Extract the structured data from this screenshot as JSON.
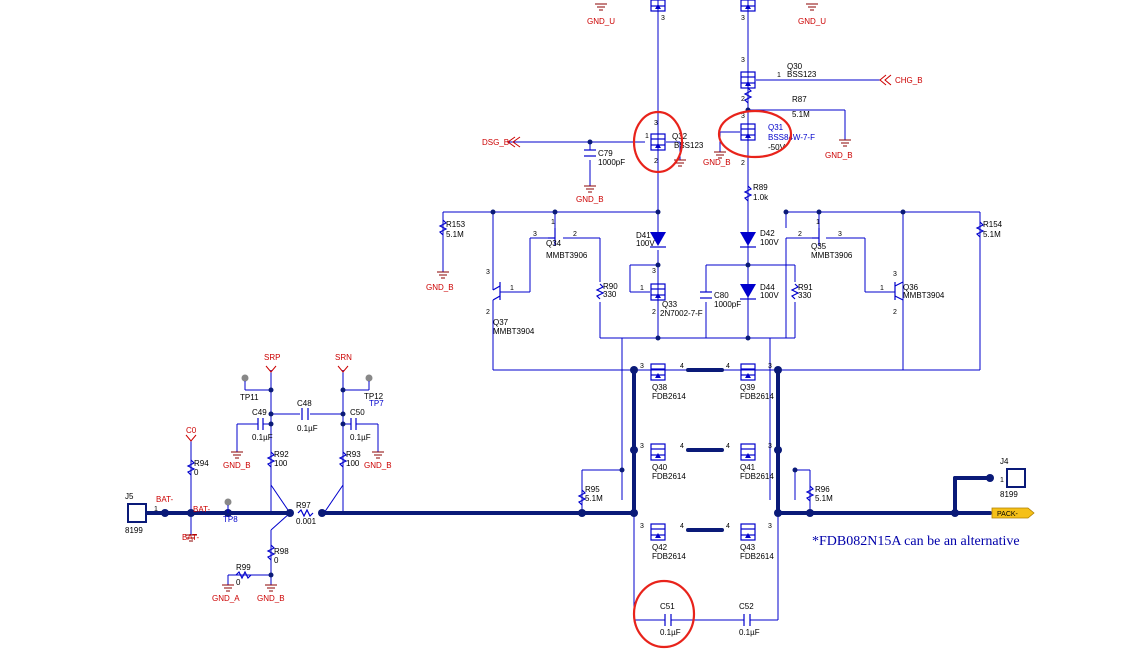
{
  "nets": {
    "gnd_u_left": "GND_U",
    "gnd_u_right": "GND_U",
    "chg_b": "CHG_B",
    "dsg_b": "DSG_B",
    "gnd_b_q32": "GND_B",
    "gnd_b_c79": "GND_B",
    "gnd_b_r87": "GND_B",
    "gnd_b_r153": "GND_B",
    "gnd_b_c49": "GND_B",
    "gnd_b_c50": "GND_B",
    "gnd_b_r98": "GND_B",
    "gnd_a": "GND_A",
    "srp": "SRP",
    "srn": "SRN",
    "c0": "C0",
    "bat_minus_top": "BAT-",
    "bat_minus_gnd": "BAT-",
    "bat_minus_node": "BAT-",
    "pack_minus": "PACK-"
  },
  "components": {
    "q30_ref": "Q30",
    "q30_val": "BSS123",
    "r87_ref": "R87",
    "r87_val": "5.1M",
    "q31_ref": "Q31",
    "q31_val": "BSS84W-7-F",
    "q31_vds": "-50V",
    "q32_ref": "Q32",
    "q32_val": "BSS123",
    "c79_ref": "C79",
    "c79_val": "1000pF",
    "r89_ref": "R89",
    "r89_val": "1.0k",
    "r153_ref": "R153",
    "r153_val": "5.1M",
    "r154_ref": "R154",
    "r154_val": "5.1M",
    "q34_ref": "Q34",
    "q34_val": "MMBT3906",
    "q35_ref": "Q35",
    "q35_val": "MMBT3906",
    "d41_ref": "D41",
    "d41_val": "100V",
    "d42_ref": "D42",
    "d42_val": "100V",
    "d44_ref": "D44",
    "d44_val": "100V",
    "q33_ref": "Q33",
    "q33_val": "2N7002-7-F",
    "c80_ref": "C80",
    "c80_val": "1000pF",
    "r90_ref": "R90",
    "r90_val": "330",
    "r91_ref": "R91",
    "r91_val": "330",
    "q37_ref": "Q37",
    "q37_val": "MMBT3904",
    "q36_ref": "Q36",
    "q36_val": "MMBT3904",
    "q38_ref": "Q38",
    "q38_val": "FDB2614",
    "q39_ref": "Q39",
    "q39_val": "FDB2614",
    "q40_ref": "Q40",
    "q40_val": "FDB2614",
    "q41_ref": "Q41",
    "q41_val": "FDB2614",
    "q42_ref": "Q42",
    "q42_val": "FDB2614",
    "q43_ref": "Q43",
    "q43_val": "FDB2614",
    "r95_ref": "R95",
    "r95_val": "5.1M",
    "r96_ref": "R96",
    "r96_val": "5.1M",
    "c51_ref": "C51",
    "c51_val": "0.1µF",
    "c52_ref": "C52",
    "c52_val": "0.1µF",
    "tp11_ref": "TP11",
    "tp12_ref": "TP12",
    "tp7_ref": "TP7",
    "tp8_ref": "TP8",
    "c48_ref": "C48",
    "c48_val": "0.1µF",
    "c49_ref": "C49",
    "c49_val": "0.1µF",
    "c50_ref": "C50",
    "c50_val": "0.1µF",
    "r92_ref": "R92",
    "r92_val": "100",
    "r93_ref": "R93",
    "r93_val": "100",
    "r94_ref": "R94",
    "r94_val": "0",
    "r97_ref": "R97",
    "r97_val": "0.001",
    "r98_ref": "R98",
    "r98_val": "0",
    "r99_ref": "R99",
    "r99_val": "0",
    "j5_ref": "J5",
    "j5_val": "8199",
    "j4_ref": "J4",
    "j4_val": "8199"
  },
  "pins": {
    "p1": "1",
    "p2": "2",
    "p3": "3",
    "p4": "4"
  },
  "note": "*FDB082N15A can be an alternative",
  "colors": {
    "wire": "#0000cc",
    "bus": "#0a1a78",
    "net_label": "#cc0000",
    "ground": "#8b0000",
    "highlight_circle": "#e8231b",
    "note_text": "#0000aa"
  }
}
